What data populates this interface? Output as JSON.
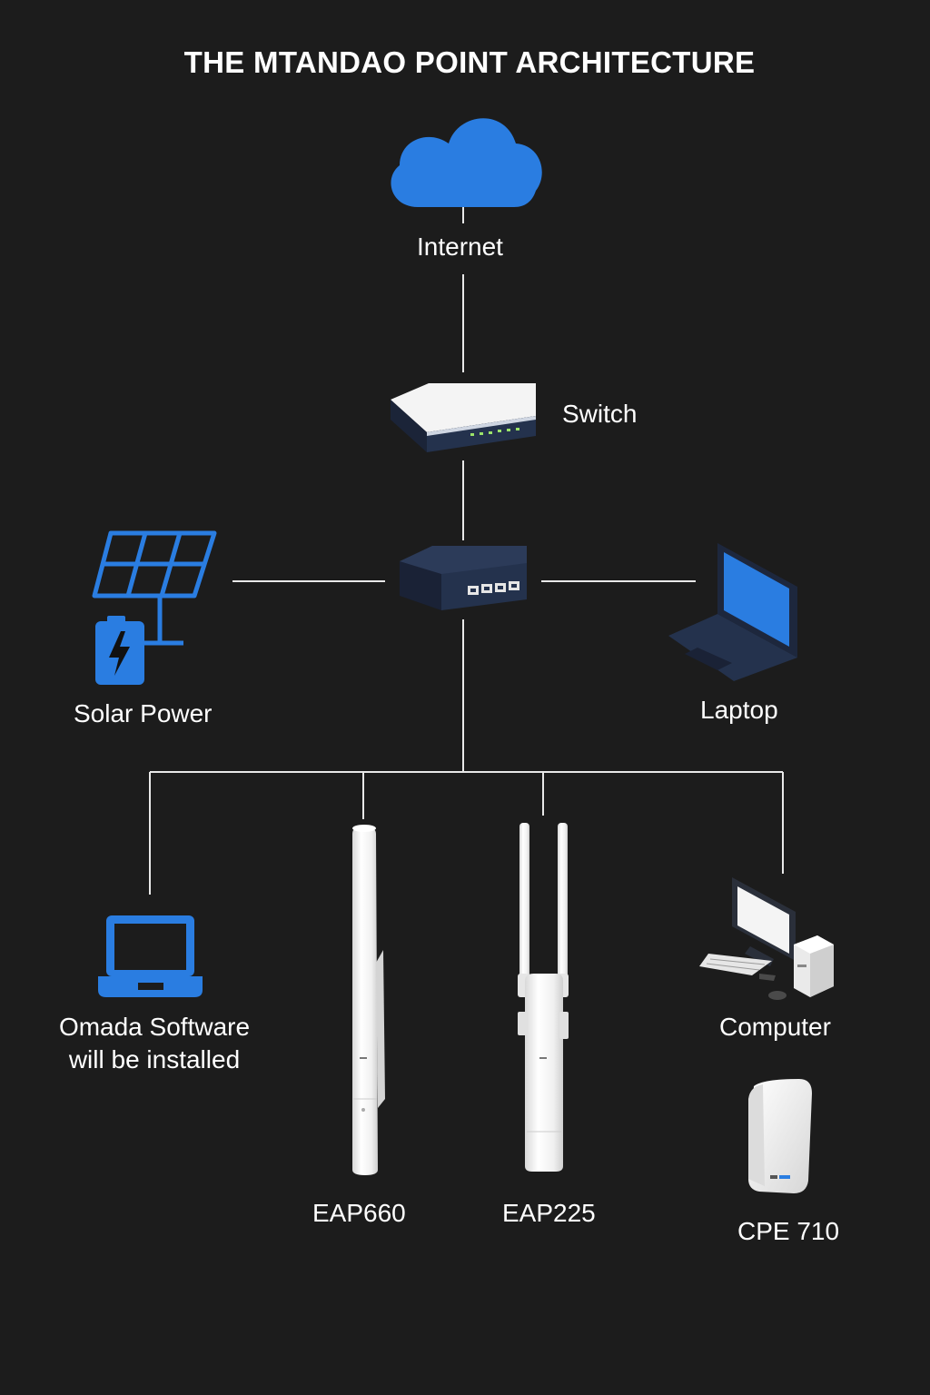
{
  "title": "THE MTANDAO POINT ARCHITECTURE",
  "nodes": {
    "internet": {
      "label": "Internet",
      "icon": "cloud-icon"
    },
    "switch": {
      "label": "Switch",
      "icon": "network-switch-icon"
    },
    "hub": {
      "icon": "ethernet-hub-icon"
    },
    "solar": {
      "label": "Solar Power",
      "icon": "solar-panel-battery-icon"
    },
    "laptop": {
      "label": "Laptop",
      "icon": "laptop-icon"
    },
    "omada": {
      "label_line1": "Omada Software",
      "label_line2": "will be installed",
      "icon": "laptop-outline-icon"
    },
    "eap660": {
      "label": "EAP660",
      "icon": "outdoor-access-point-icon"
    },
    "eap225": {
      "label": "EAP225",
      "icon": "dual-antenna-access-point-icon"
    },
    "computer": {
      "label": "Computer",
      "icon": "desktop-computer-icon"
    },
    "cpe710": {
      "label": "CPE 710",
      "icon": "cpe-device-icon"
    }
  },
  "colors": {
    "background": "#1c1c1c",
    "accent_blue": "#2a7de1",
    "device_navy": "#24324d",
    "line": "#e8e8e8",
    "device_white": "#f2f2f2"
  }
}
